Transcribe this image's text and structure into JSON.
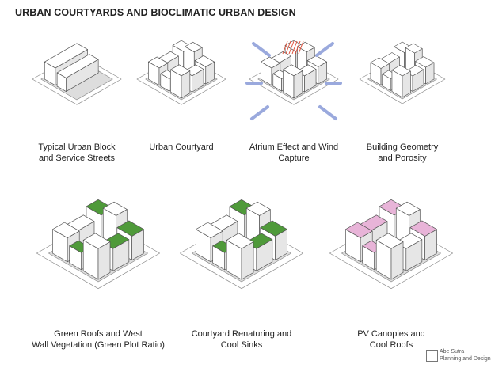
{
  "title": "URBAN COURTYARDS AND BIOCLIMATIC URBAN DESIGN",
  "colors": {
    "building": "#ffffff",
    "building_shade": "#e6e6e6",
    "outline": "#555555",
    "courtyard": "#c4e86a",
    "green_roof": "#4f9a3a",
    "pv_roof": "#e8b4d8",
    "pond": "#a9d4dc",
    "wind_arrow": "#9aa9dd",
    "atrium_hatch": "#e0503a"
  },
  "diagrams": [
    {
      "caption_1": "Typical Urban Block",
      "caption_2": "and Service Streets"
    },
    {
      "caption_1": "Urban Courtyard",
      "caption_2": ""
    },
    {
      "caption_1": "Atrium Effect and Wind",
      "caption_2": "Capture"
    },
    {
      "caption_1": "Building  Geometry",
      "caption_2": "and Porosity"
    },
    {
      "caption_1": "Green Roofs and West",
      "caption_2": "Wall Vegetation (Green Plot Ratio)"
    },
    {
      "caption_1": "Courtyard Renaturing and",
      "caption_2": "Cool Sinks"
    },
    {
      "caption_1": "PV Canopies and",
      "caption_2": "Cool Roofs"
    }
  ],
  "logo": {
    "line_1": "Abe Sutra",
    "line_2": "Planning and Design"
  }
}
